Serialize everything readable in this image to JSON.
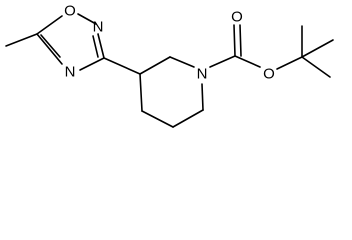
{
  "molecule": {
    "atoms": {
      "ring_oxygen": "O",
      "ring_nitrogen_top": "N",
      "ring_nitrogen_bottom": "N",
      "piperidine_nitrogen": "N",
      "carbonyl_oxygen": "O",
      "ester_oxygen": "O"
    }
  },
  "colors": {
    "bond": "#000000",
    "label": "#000000",
    "background": "#ffffff"
  }
}
